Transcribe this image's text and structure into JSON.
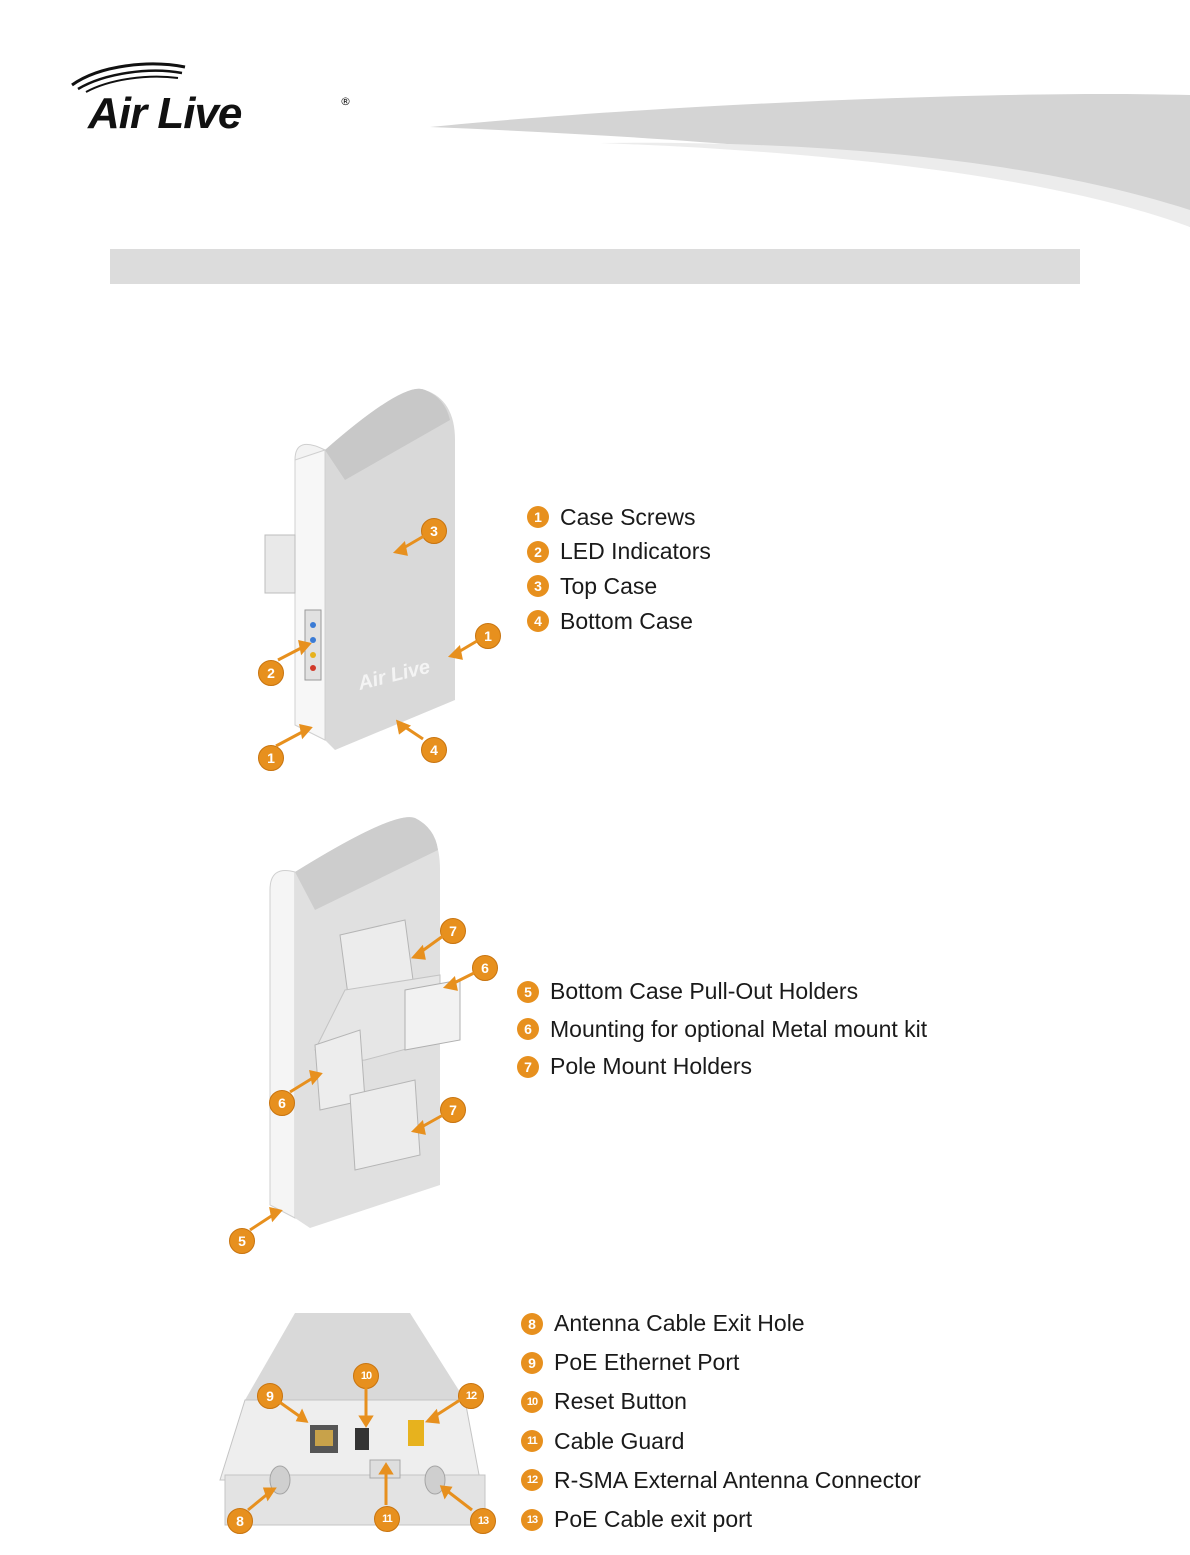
{
  "brand": {
    "name": "Air Live",
    "registered": "®"
  },
  "colors": {
    "accent": "#e7901e",
    "header_bar": "#dcdcdc"
  },
  "section1": {
    "items": [
      {
        "num": "1",
        "label": "Case Screws"
      },
      {
        "num": "2",
        "label": "LED Indicators"
      },
      {
        "num": "3",
        "label": "Top Case"
      },
      {
        "num": "4",
        "label": "Bottom Case"
      }
    ]
  },
  "section2": {
    "items": [
      {
        "num": "5",
        "label": "Bottom Case Pull-Out Holders"
      },
      {
        "num": "6",
        "label": "Mounting for optional Metal mount kit"
      },
      {
        "num": "7",
        "label": "Pole Mount Holders"
      }
    ]
  },
  "section3": {
    "items": [
      {
        "num": "8",
        "label": "Antenna Cable Exit Hole"
      },
      {
        "num": "9",
        "label": "PoE Ethernet Port"
      },
      {
        "num": "10",
        "label": "Reset Button"
      },
      {
        "num": "11",
        "label": "Cable Guard"
      },
      {
        "num": "12",
        "label": "R-SMA External Antenna Connector"
      },
      {
        "num": "13",
        "label": "PoE Cable exit port"
      }
    ]
  },
  "device_logo": "Air Live"
}
